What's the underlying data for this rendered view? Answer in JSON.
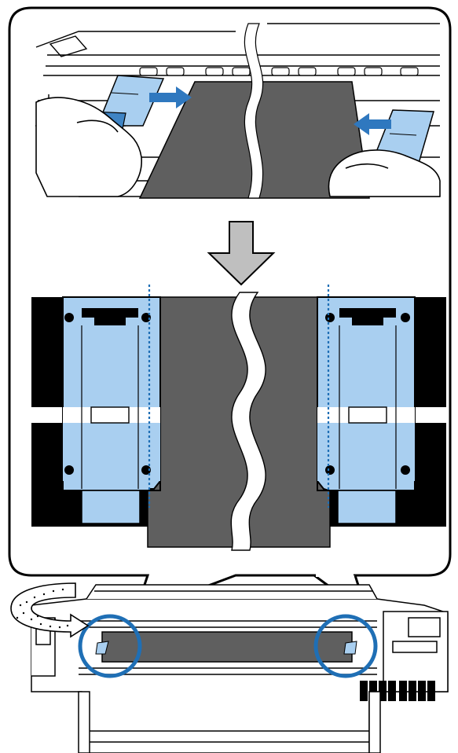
{
  "figure": {
    "kind": "printer-manual-illustration",
    "has_text": false
  },
  "colors": {
    "outline": "#000000",
    "plate_blue": "#a9cff0",
    "plate_blue_dark": "#3f84c4",
    "arrow_blue": "#2f78bf",
    "media_gray": "#5f5f5f",
    "arrow_gray": "#bfbfbf",
    "callout_circle": "#1f6fb5",
    "guide_line": "#1f6fb5",
    "background": "#ffffff"
  },
  "icons": {
    "step_arrow": "down-arrow-icon",
    "rotate_arrow": "rotate-arrow-icon",
    "slide_right": "right-arrow-icon",
    "slide_left": "left-arrow-icon"
  },
  "callouts": {
    "count": 2,
    "positions": [
      "left-edge",
      "right-edge"
    ]
  }
}
